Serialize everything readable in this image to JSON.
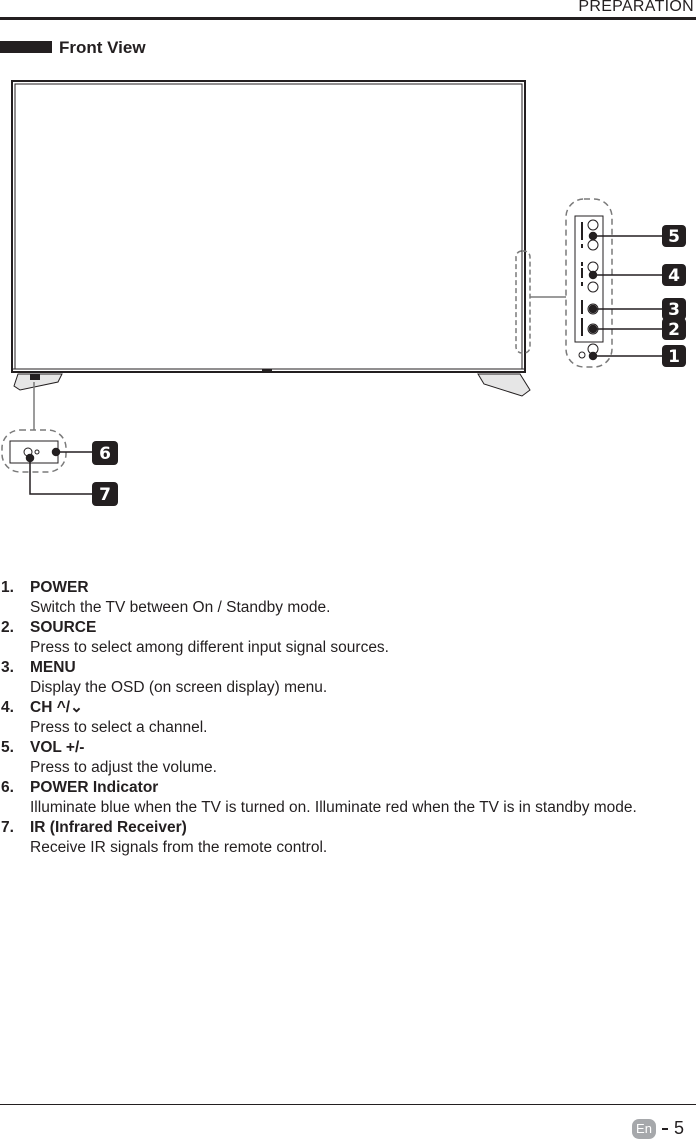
{
  "header": {
    "title": "PREPARATION"
  },
  "section": {
    "title": "Front View"
  },
  "callouts": [
    "1",
    "2",
    "3",
    "4",
    "5",
    "6",
    "7"
  ],
  "items": [
    {
      "num": "1.",
      "title": "POWER",
      "desc": "Switch the TV between On / Standby mode."
    },
    {
      "num": "2.",
      "title": "SOURCE",
      "desc": "Press to select among different input signal sources."
    },
    {
      "num": "3.",
      "title": "MENU",
      "desc": "Display the OSD (on screen display) menu."
    },
    {
      "num": "4.",
      "title": "CH  ^/⌄",
      "desc": "Press to select a channel."
    },
    {
      "num": "5.",
      "title": "VOL +/-",
      "desc": "Press to adjust the volume."
    },
    {
      "num": "6.",
      "title": "POWER Indicator",
      "desc": "Illuminate blue when the TV is turned on. Illuminate red when the TV is in standby mode."
    },
    {
      "num": "7.",
      "title": "IR (Infrared Receiver)",
      "desc": "Receive IR signals from the remote control."
    }
  ],
  "footer": {
    "lang": "En",
    "page": "5"
  }
}
